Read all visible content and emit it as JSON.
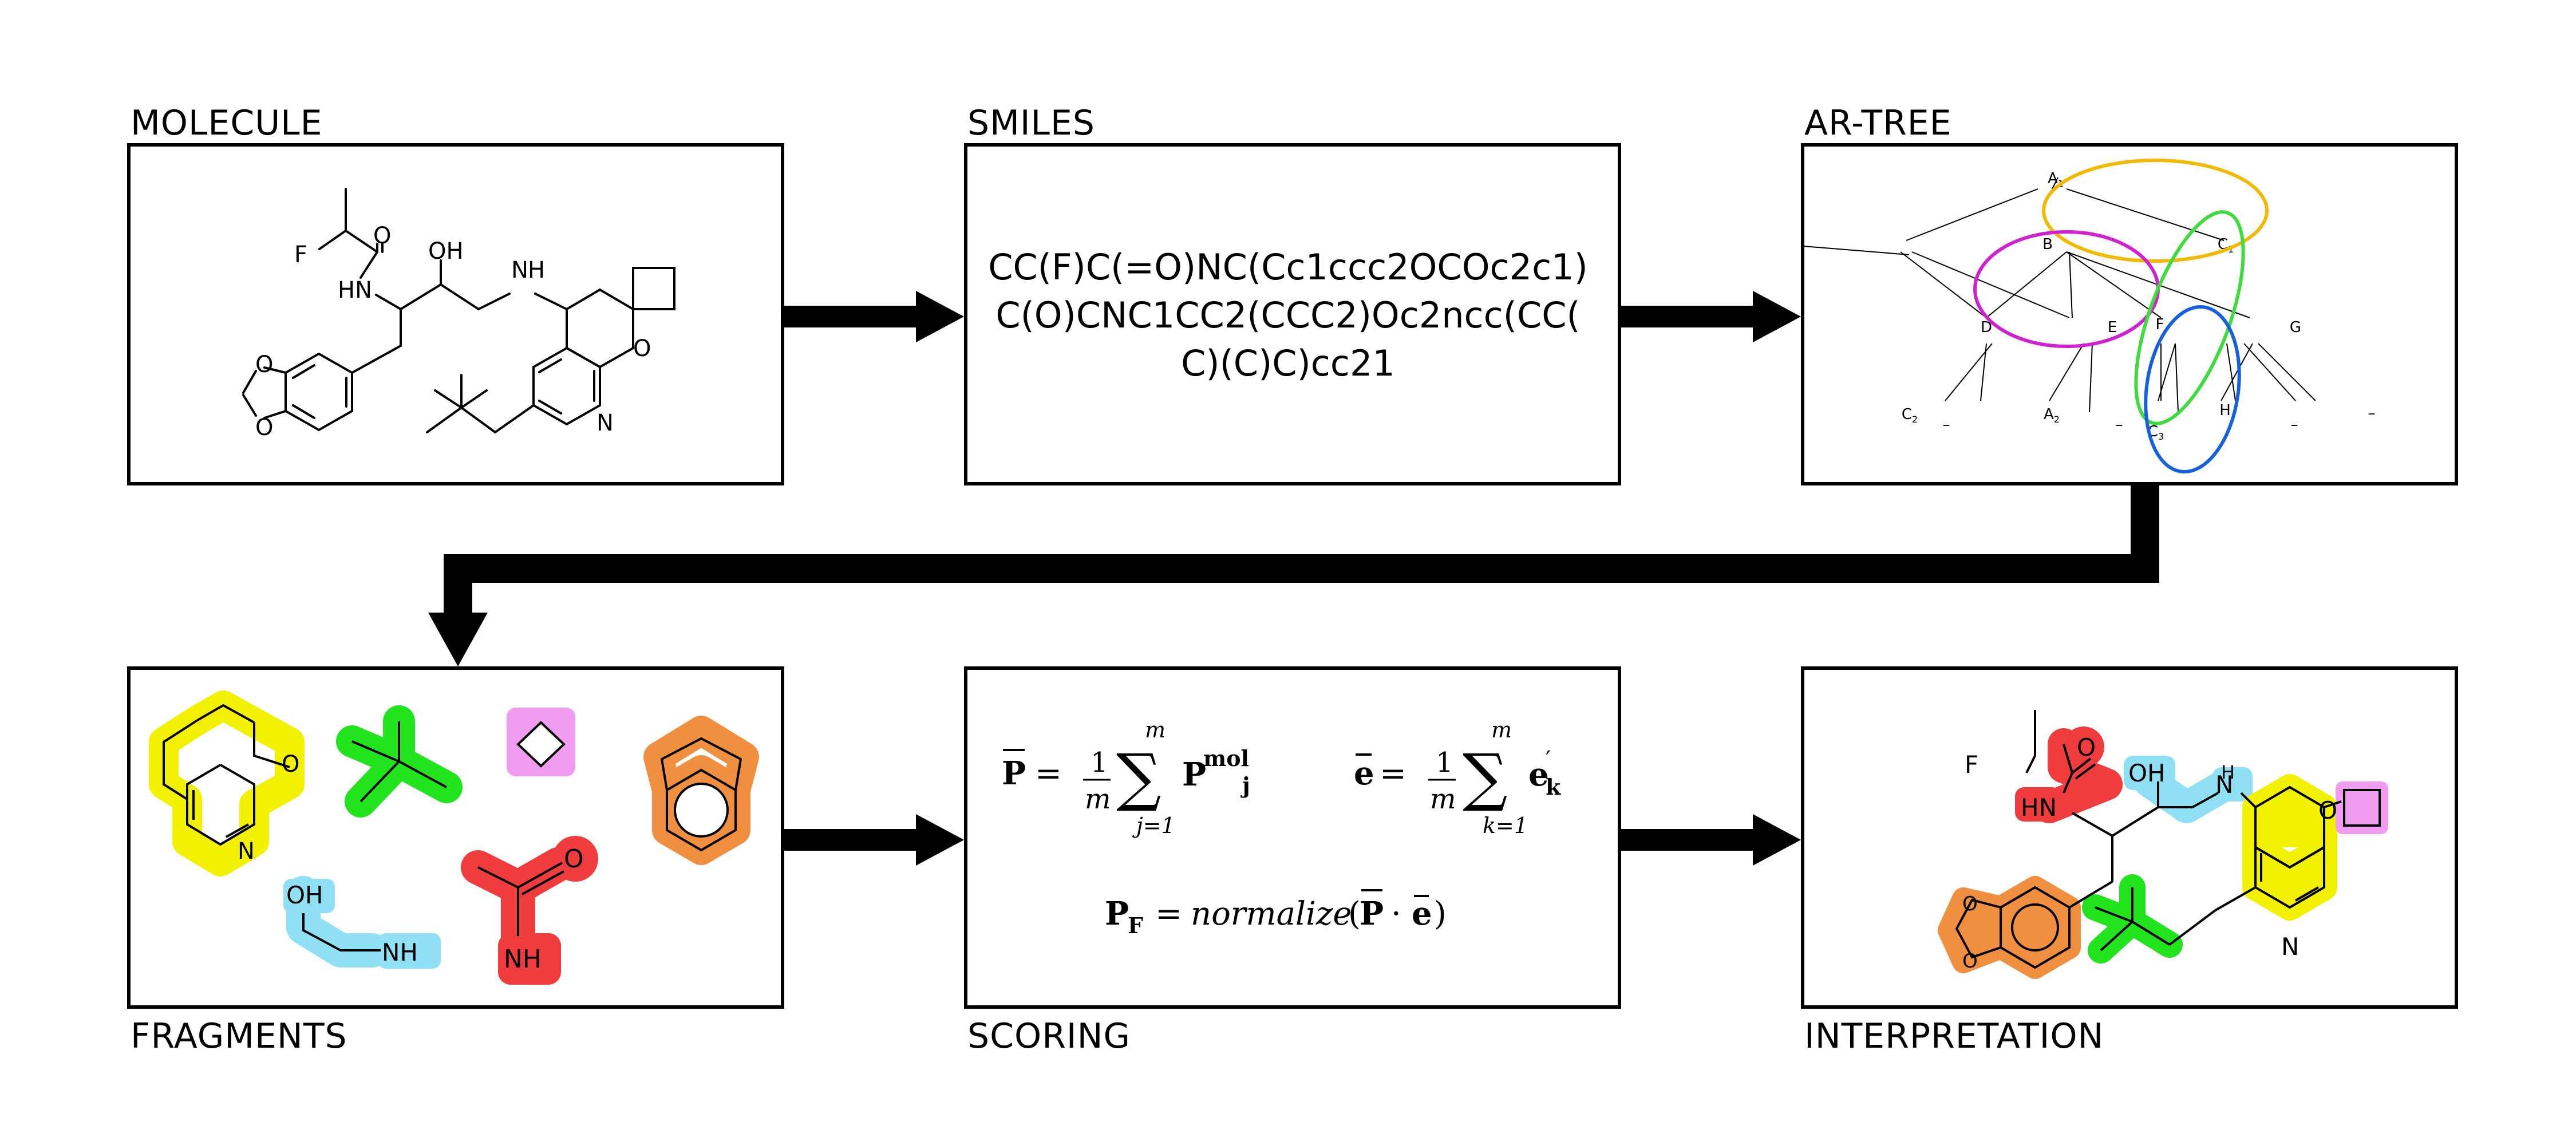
{
  "panels": {
    "molecule": "MOLECULE",
    "smiles": "SMILES",
    "artree": "AR-TREE",
    "fragments": "FRAGMENTS",
    "scoring": "SCORING",
    "interpretation": "INTERPRETATION"
  },
  "smiles_lines": [
    "CC(F)C(=O)NC(Cc1ccc2OCOc2c1)",
    "C(O)CNC1CC2(CCC2)Oc2ncc(CC(",
    "C)(C)C)cc21"
  ],
  "atoms": {
    "F": "F",
    "O": "O",
    "N": "N",
    "HN": "HN",
    "NH": "NH",
    "OH": "OH",
    "H": "H"
  },
  "tree_nodes": {
    "A1": "A",
    "A1_sub": "1",
    "B": "B",
    "C1": "C",
    "C1_sub": "1",
    "D": "D",
    "E": "E",
    "F": "F",
    "G": "G",
    "C2": "C",
    "C2_sub": "2",
    "A2": "A",
    "A2_sub": "2",
    "C3": "C",
    "C3_sub": "3",
    "H": "H",
    "dash": "–"
  },
  "scoring": {
    "P": "P",
    "e": "e",
    "eq": "=",
    "one": "1",
    "m": "m",
    "sigma": "∑",
    "j_lower": "j=1",
    "k_lower": "k=1",
    "mol_sup": "mol",
    "j_sub": "j",
    "prime": "′",
    "k_sub": "k",
    "PF_sub": "F",
    "normalize": "normalize",
    "dot": "·",
    "lparen": "(",
    "rparen": ")"
  },
  "colors": {
    "yellow": "#f2f200",
    "green": "#22e41c",
    "pink": "#f09cf0",
    "orange": "#ef8f3f",
    "cyan": "#8fe0f5",
    "red": "#f03c3c",
    "ellipse_orange": "#f5b800",
    "ellipse_magenta": "#d020d0",
    "ellipse_green": "#3ddc3d",
    "ellipse_blue": "#1460e0"
  }
}
